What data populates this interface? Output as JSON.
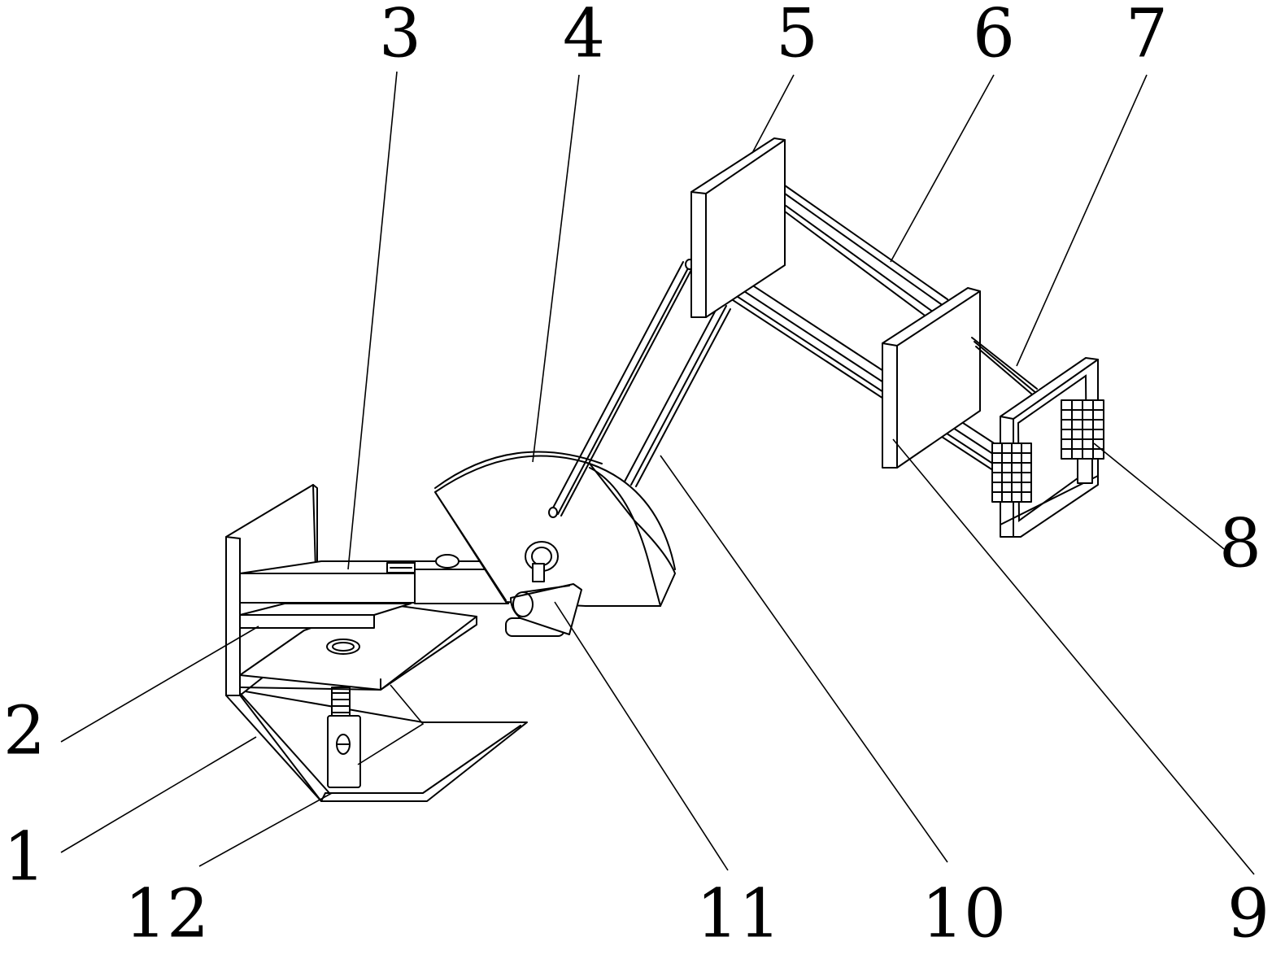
{
  "figure": {
    "labels": [
      {
        "id": "1",
        "text": "1"
      },
      {
        "id": "2",
        "text": "2"
      },
      {
        "id": "3",
        "text": "3"
      },
      {
        "id": "4",
        "text": "4"
      },
      {
        "id": "5",
        "text": "5"
      },
      {
        "id": "6",
        "text": "6"
      },
      {
        "id": "7",
        "text": "7"
      },
      {
        "id": "8",
        "text": "8"
      },
      {
        "id": "9",
        "text": "9"
      },
      {
        "id": "10",
        "text": "10"
      },
      {
        "id": "11",
        "text": "11"
      },
      {
        "id": "12",
        "text": "12"
      }
    ],
    "line_color": "#000000",
    "background": "#ffffff"
  }
}
